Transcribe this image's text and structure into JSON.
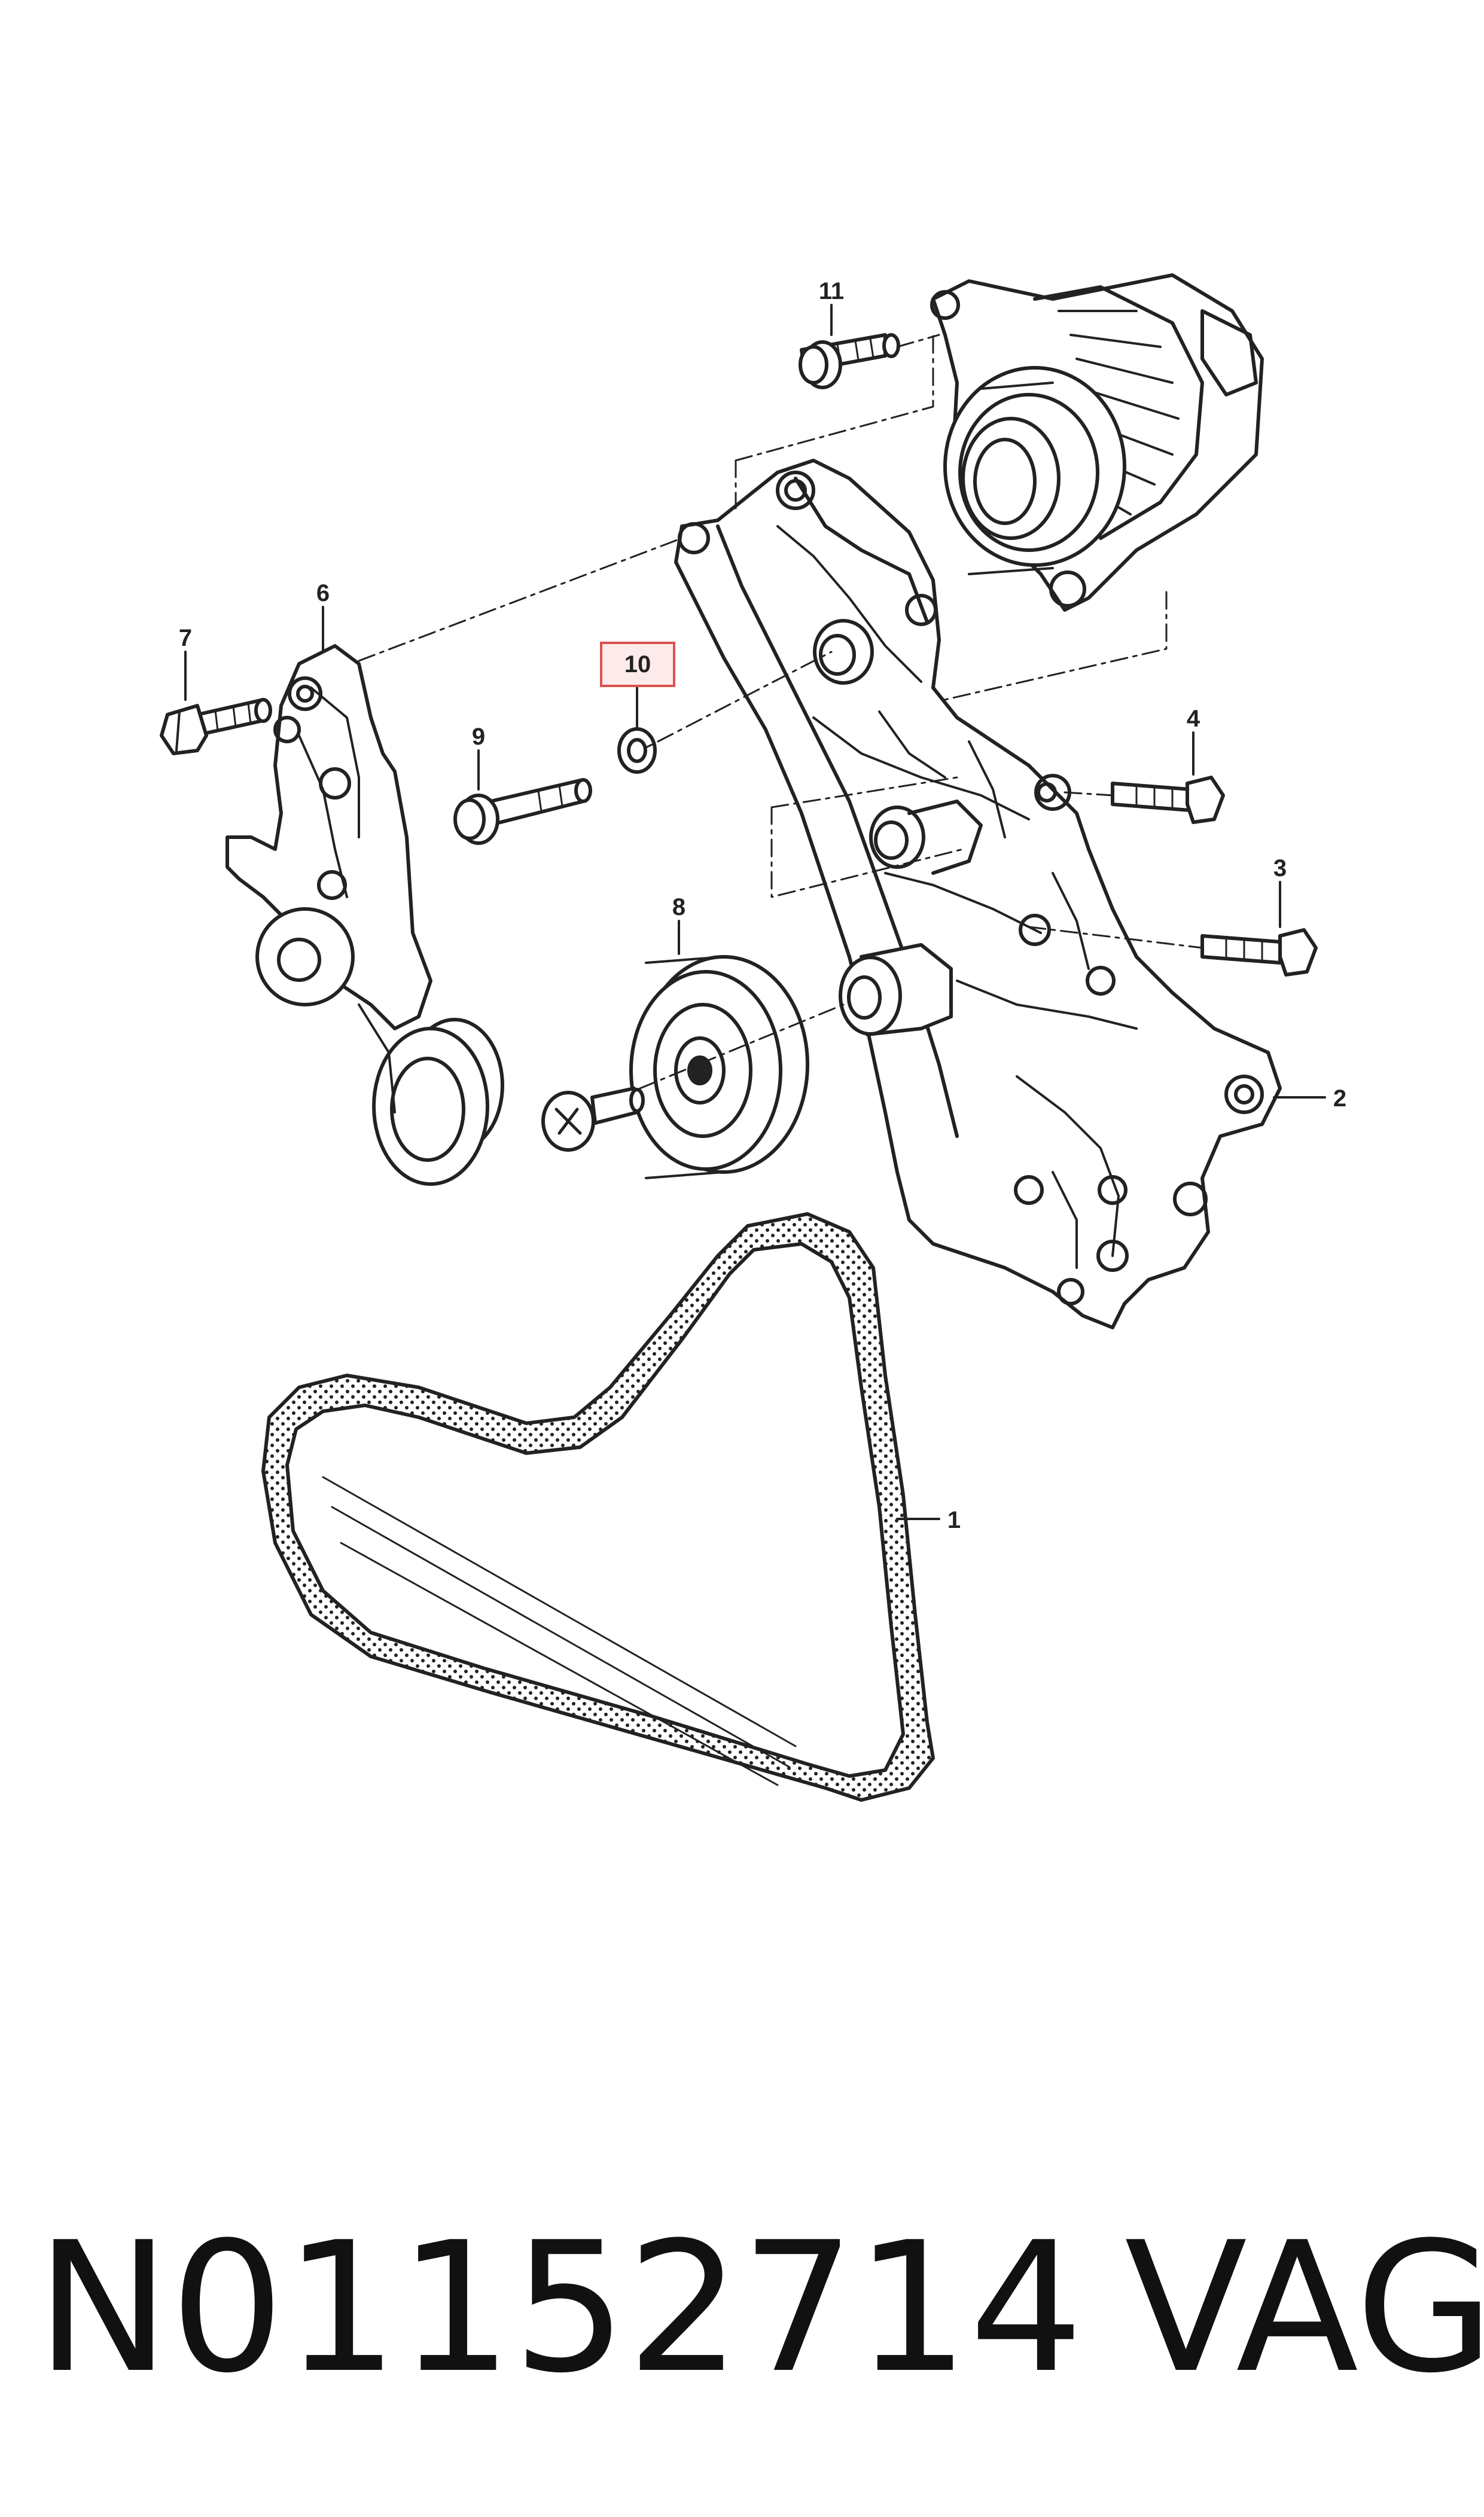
{
  "callouts": [
    {
      "id": "1",
      "label": "1",
      "part": "belt"
    },
    {
      "id": "2",
      "label": "2",
      "part": "bracket"
    },
    {
      "id": "3",
      "label": "3",
      "part": "bolt"
    },
    {
      "id": "4",
      "label": "4",
      "part": "bolt"
    },
    {
      "id": "6",
      "label": "6",
      "part": "tensioner"
    },
    {
      "id": "7",
      "label": "7",
      "part": "bolt"
    },
    {
      "id": "8",
      "label": "8",
      "part": "idler-pulley"
    },
    {
      "id": "9",
      "label": "9",
      "part": "bolt"
    },
    {
      "id": "10",
      "label": "10",
      "part": "washer",
      "highlighted": true
    },
    {
      "id": "11",
      "label": "11",
      "part": "bolt"
    }
  ],
  "footer": {
    "part_number": "N01152714",
    "brand": "VAG"
  },
  "colors": {
    "line": "#222222",
    "highlight_border": "#d9534f",
    "highlight_fill": "#fdeaea",
    "background": "#ffffff"
  }
}
